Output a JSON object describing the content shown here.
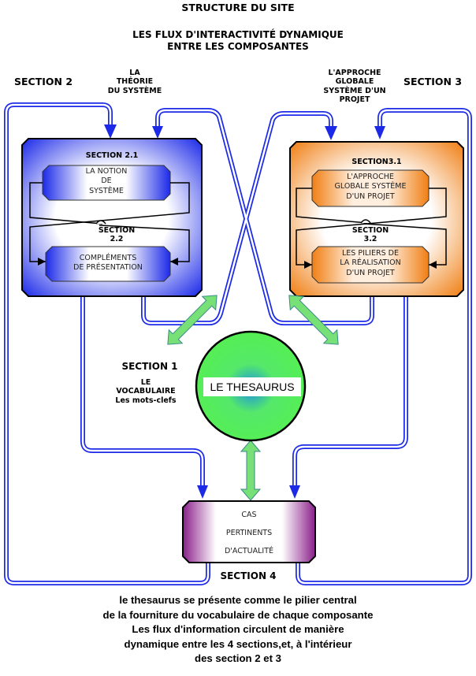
{
  "header": {
    "title": "STRUCTURE DU SITE",
    "subtitle_line1": "LES FLUX D'INTERACTIVITÉ DYNAMIQUE",
    "subtitle_line2": "ENTRE  LES COMPOSANTES"
  },
  "sections": {
    "section2": {
      "label": "SECTION  2",
      "theme_lines": [
        "LA",
        "THÉORIE",
        "DU SYSTÈME"
      ],
      "color": "#2233ee",
      "sub1": {
        "label": "SECTION 2.1",
        "box_lines": [
          "LA NOTION",
          "DE",
          "SYSTÈME"
        ]
      },
      "sub2": {
        "label_lines": [
          "SECTION",
          "2.2"
        ],
        "box_lines": [
          "COMPLÉMENTS",
          "DE PRÉSENTATION"
        ]
      }
    },
    "section3": {
      "label": "SECTION 3",
      "theme_lines": [
        "L'APPROCHE",
        "GLOBALE",
        "SYSTÈME D'UN",
        "PROJET"
      ],
      "color": "#f08a24",
      "sub1": {
        "label": "SECTION3.1",
        "box_lines": [
          "L'APPROCHE",
          "GLOBALE SYSTÈME",
          "D'UN PROJET"
        ]
      },
      "sub2": {
        "label_lines": [
          "SECTION",
          "3.2"
        ],
        "box_lines": [
          "LES PILIERS DE",
          "LA RÉALISATION",
          "D'UN PROJET"
        ]
      }
    },
    "section1": {
      "label": "SECTION 1",
      "theme_lines": [
        "LE",
        "VOCABULAIRE",
        "Les mots-clefs"
      ],
      "center_label": "LE THESAURUS",
      "color": "#55ee55"
    },
    "section4": {
      "label": "SECTION 4",
      "box_lines": [
        "CAS",
        "PERTINENTS",
        "D'ACTUALITÉ"
      ],
      "color": "#8a1f8a"
    }
  },
  "caption_lines": [
    "le thesaurus se présente comme le pilier  central",
    "de la fourniture du vocabulaire de chaque composante",
    "Les flux d'information circulent de manière",
    "dynamique entre les 4 sections,et, à l'intérieur",
    "des section 2 et 3"
  ]
}
